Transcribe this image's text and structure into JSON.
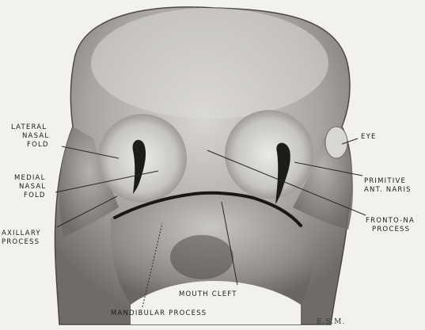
{
  "labels": {
    "lateral_nasal_fold": [
      "LATERAL",
      "NASAL",
      "FOLD"
    ],
    "medial_nasal_fold": [
      "MEDIAL",
      "NASAL",
      "FOLD"
    ],
    "maxillary_process": [
      "AXILLARY",
      "PROCESS"
    ],
    "eye": "EYE",
    "primitive_ant_naris": [
      "PRIMITIVE",
      "ANT. NARIS"
    ],
    "fronto_nasal_process": [
      "FRONTO-NA",
      "PROCESS"
    ],
    "mouth_cleft": "MOUTH CLEFT",
    "mandibular_process": "MANDIBULAR PROCESS",
    "signature": "E.S.M."
  }
}
